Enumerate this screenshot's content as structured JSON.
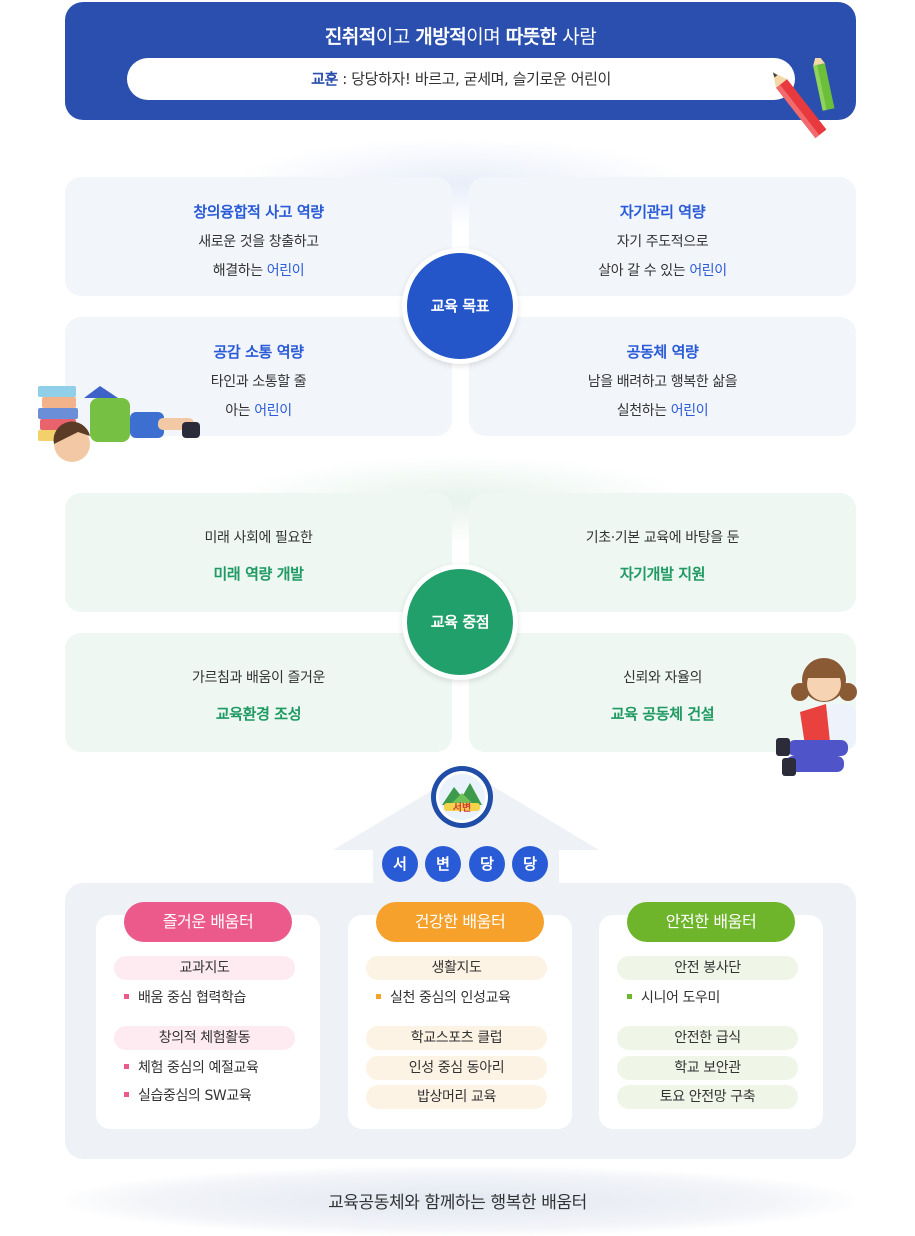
{
  "banner": {
    "title_parts": [
      {
        "text": "진취적",
        "bold": true
      },
      {
        "text": "이고 ",
        "bold": false
      },
      {
        "text": "개방적",
        "bold": true
      },
      {
        "text": "이며 ",
        "bold": false
      },
      {
        "text": "따뜻한",
        "bold": true
      },
      {
        "text": " 사람",
        "bold": false
      }
    ],
    "motto_label": "교훈",
    "motto_text": " : 당당하자! 바르고, 굳세며, 슬기로운 어린이"
  },
  "goals": {
    "center_label": "교육 목표",
    "cards": [
      {
        "title": "창의융합적 사고 역량",
        "line1": "새로운 것을 창출하고",
        "line2_pre": "해결하는 ",
        "line2_hl": "어린이"
      },
      {
        "title": "자기관리 역량",
        "line1": "자기 주도적으로",
        "line2_pre": "살아 갈 수 있는  ",
        "line2_hl": "어린이"
      },
      {
        "title": "공감 소통 역량",
        "line1": "타인과 소통할 줄",
        "line2_pre": "아는 ",
        "line2_hl": "어린이"
      },
      {
        "title": "공동체 역량",
        "line1": "남을 배려하고 행복한 삶을",
        "line2_pre": "실천하는 ",
        "line2_hl": "어린이"
      }
    ]
  },
  "focus": {
    "center_label": "교육 중점",
    "cards": [
      {
        "line": "미래 사회에 필요한",
        "strong": "미래 역량 개발"
      },
      {
        "line": "기초·기본 교육에 바탕을 둔",
        "strong": "자기개발 지원"
      },
      {
        "line": "가르침과 배움이 즐거운",
        "strong": "교육환경 조성"
      },
      {
        "line": "신뢰와 자율의",
        "strong": "교육 공동체 건설"
      }
    ]
  },
  "emblem": {
    "text": "서변"
  },
  "letters": [
    "서",
    "변",
    "당",
    "당"
  ],
  "columns": [
    {
      "header": "즐거운 배움터",
      "color": "#ec5a8c",
      "tag_bg": "#fdebf1",
      "dot": "#ec5a8c",
      "items": [
        {
          "type": "tag",
          "text": "교과지도"
        },
        {
          "type": "bullet",
          "text": "배움 중심 협력학습"
        },
        {
          "type": "tag",
          "text": "창의적 체험활동"
        },
        {
          "type": "bullet",
          "text": "체험 중심의 예절교육"
        },
        {
          "type": "bullet",
          "text": "실습중심의 SW교육"
        }
      ]
    },
    {
      "header": "건강한 배움터",
      "color": "#f5a12b",
      "tag_bg": "#fdf3e4",
      "dot": "#f5a12b",
      "items": [
        {
          "type": "tag",
          "text": "생활지도"
        },
        {
          "type": "bullet",
          "text": "실천 중심의 인성교육"
        },
        {
          "type": "tag",
          "text": "학교스포츠 클럽"
        },
        {
          "type": "tag",
          "text": "인성 중심 동아리"
        },
        {
          "type": "tag",
          "text": "밥상머리 교육"
        }
      ]
    },
    {
      "header": "안전한 배움터",
      "color": "#6fb52c",
      "tag_bg": "#eff6e8",
      "dot": "#6fb52c",
      "items": [
        {
          "type": "tag",
          "text": "안전 봉사단"
        },
        {
          "type": "bullet",
          "text": "시니어 도우미"
        },
        {
          "type": "tag",
          "text": "안전한 급식"
        },
        {
          "type": "tag",
          "text": "학교 보안관"
        },
        {
          "type": "tag",
          "text": "토요 안전망 구축"
        }
      ]
    }
  ],
  "footer": "교육공동체와 함께하는 행복한 배움터"
}
